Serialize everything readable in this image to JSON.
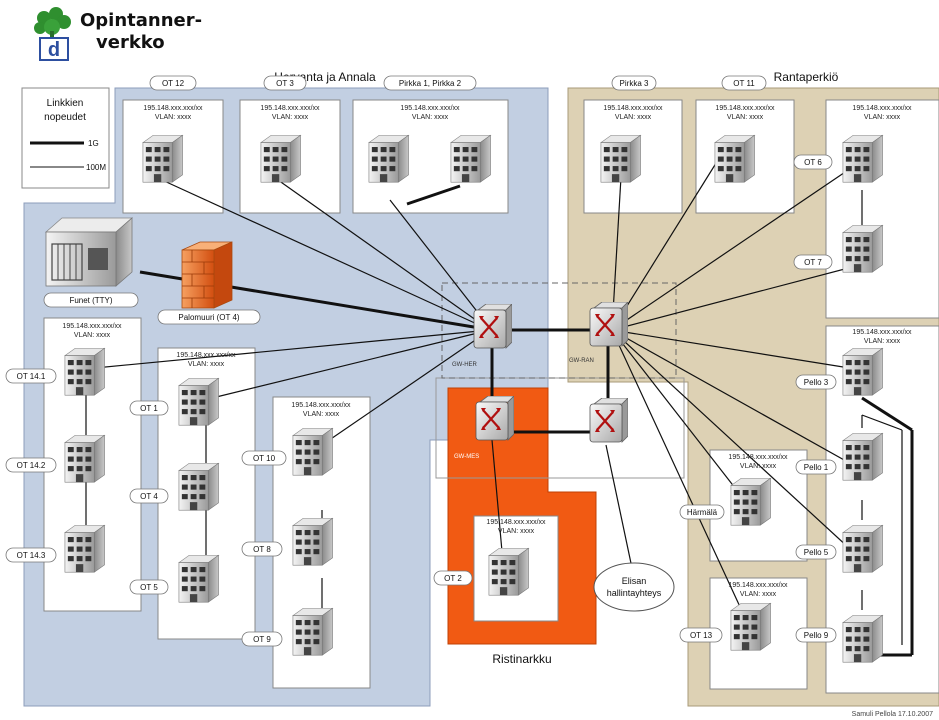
{
  "logo": {
    "line1": "Opintanner-",
    "line2": "verkko"
  },
  "legend": {
    "title1": "Linkkien",
    "title2": "nopeudet",
    "fast": "1G",
    "slow": "100M"
  },
  "regions": {
    "hervanta": "Hervanta ja Annala",
    "rantaperkio": "Rantaperkiö",
    "ristinarkku": "Ristinarkku"
  },
  "subnet": {
    "ip": "195.148.xxx.xxx/xx",
    "vlan": "VLAN: xxxx"
  },
  "switches": {
    "gw_her": "GW-HER",
    "gw_ran": "GW-RAN",
    "gw_mes": "GW-MES"
  },
  "funet": "Funet (TTY)",
  "firewall": "Palomuuri (OT 4)",
  "elisa": {
    "line1": "Elisan",
    "line2": "hallintayhteys"
  },
  "tags": {
    "ot12": "OT 12",
    "ot3": "OT 3",
    "pirkka12": "Pirkka 1, Pirkka 2",
    "pirkka3": "Pirkka 3",
    "ot11": "OT 11",
    "ot6": "OT 6",
    "ot7": "OT 7",
    "ot141": "OT 14.1",
    "ot142": "OT 14.2",
    "ot143": "OT 14.3",
    "ot1": "OT 1",
    "ot4": "OT 4",
    "ot5": "OT 5",
    "ot10": "OT 10",
    "ot8": "OT 8",
    "ot9": "OT 9",
    "ot2": "OT 2",
    "pello3": "Pello 3",
    "pello1": "Pello 1",
    "pello5": "Pello 5",
    "pello9": "Pello 9",
    "harmala": "Härmälä",
    "ot13": "OT 13"
  },
  "credit": "Samuli Pellola 17.10.2007"
}
